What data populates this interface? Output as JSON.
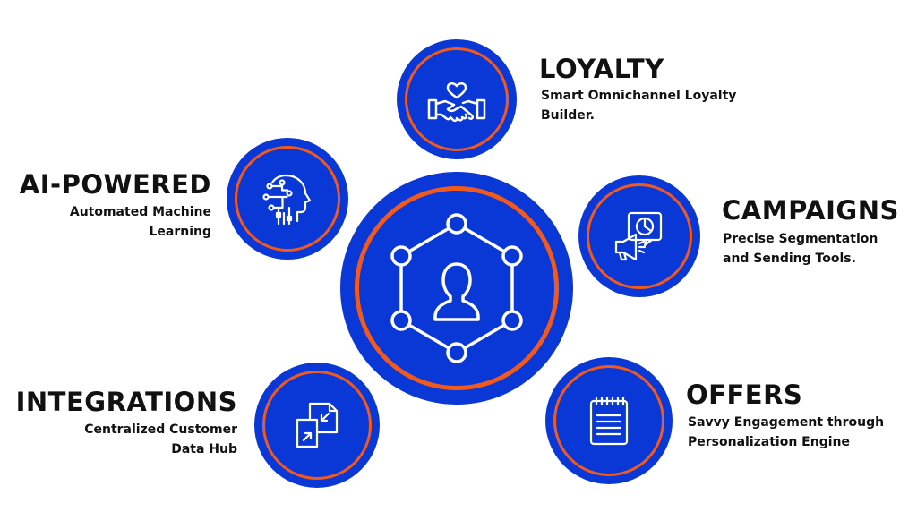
{
  "nodes": {
    "loyalty": {
      "title": "LOYALTY",
      "desc_line1": "Smart Omnichannel Loyalty",
      "desc_line2": "Builder.",
      "icon": "handshake-heart-icon"
    },
    "ai": {
      "title": "AI-POWERED",
      "desc_line1": "Automated Machine",
      "desc_line2": "Learning",
      "icon": "ai-head-circuit-icon"
    },
    "campaigns": {
      "title": "CAMPAIGNS",
      "desc_line1": "Precise Segmentation",
      "desc_line2": "and Sending Tools.",
      "icon": "megaphone-chart-icon"
    },
    "integrations": {
      "title": "INTEGRATIONS",
      "desc_line1": "Centralized Customer",
      "desc_line2": "Data Hub",
      "icon": "merge-documents-icon"
    },
    "offers": {
      "title": "OFFERS",
      "desc_line1": "Savvy Engagement through",
      "desc_line2": "Personalization Engine",
      "icon": "notepad-icon"
    },
    "center": {
      "icon": "user-network-hexagon-icon"
    }
  },
  "colors": {
    "circle_fill": "#0a38d6",
    "ring": "#f25a1d",
    "text": "#111111",
    "icon_stroke": "#ffffff"
  }
}
